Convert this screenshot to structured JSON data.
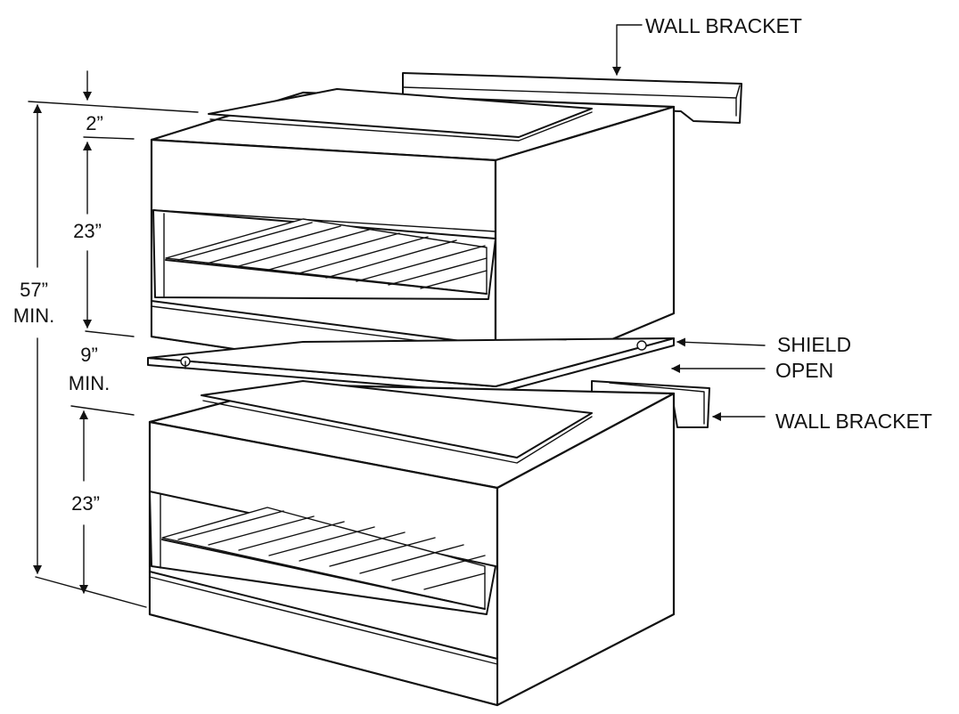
{
  "dimensions": {
    "top_gap": "2”",
    "upper_unit_height": "23”",
    "overall_line1": "57”",
    "overall_line2": "MIN.",
    "spacing_line1": "9”",
    "spacing_line2": "MIN.",
    "lower_unit_height": "23”"
  },
  "callouts": {
    "wall_bracket_top": "WALL BRACKET",
    "shield": "SHIELD",
    "open": "OPEN",
    "wall_bracket_bottom": "WALL BRACKET"
  },
  "icons": [
    "arrow-icon"
  ]
}
